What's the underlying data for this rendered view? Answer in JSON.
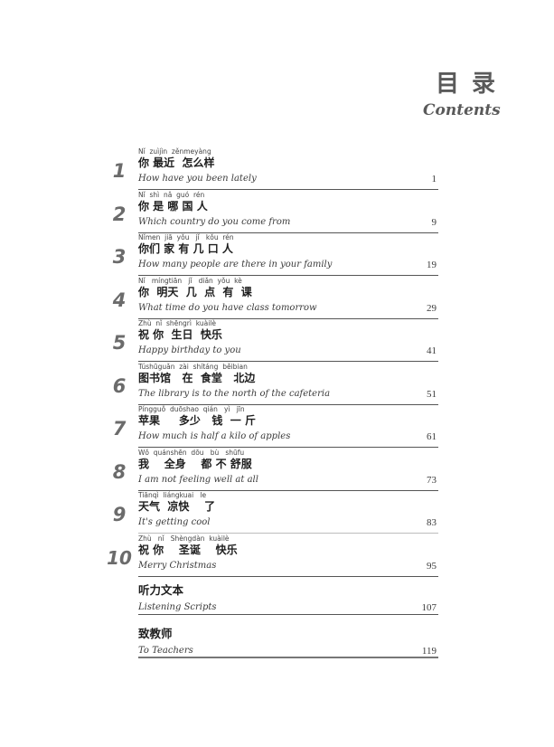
{
  "header": {
    "title_cn": "目录",
    "title_en": "Contents"
  },
  "lessons": [
    {
      "number": "1",
      "pinyin": "Nǐ  zuìjìn  zěnmeyàng",
      "chinese": "你 最近  怎么样",
      "english": "How have you been lately",
      "page": "1"
    },
    {
      "number": "2",
      "pinyin": "Nǐ  shì  nǎ  guó  rén",
      "chinese": "你 是 哪 国 人",
      "english": "Which country do you come from",
      "page": "9"
    },
    {
      "number": "3",
      "pinyin": "Nǐmen  jiā  yǒu   jǐ   kǒu  rén",
      "chinese": "你们 家 有 几 口 人",
      "english": "How many people are there in your family",
      "page": "19"
    },
    {
      "number": "4",
      "pinyin": "Nǐ   míngtiān   jǐ   diǎn  yǒu  kè",
      "chinese": "你  明天  几  点  有  课",
      "english": "What time do you have class tomorrow",
      "page": "29"
    },
    {
      "number": "5",
      "pinyin": "Zhù  nǐ  shēngrì  kuàilè",
      "chinese": "祝 你  生日  快乐",
      "english": "Happy birthday to you",
      "page": "41"
    },
    {
      "number": "6",
      "pinyin": "Túshūguǎn  zài  shítáng  běibian",
      "chinese": "图书馆   在  食堂   北边",
      "english": "The library is to the north of the cafeteria",
      "page": "51"
    },
    {
      "number": "7",
      "pinyin": "Píngguǒ  duōshao  qián   yì   jīn",
      "chinese": "苹果     多少   钱  一 斤",
      "english": "How much is half a kilo of apples",
      "page": "61"
    },
    {
      "number": "8",
      "pinyin": "Wǒ  quánshēn  dōu   bù   shūfu",
      "chinese": "我    全身    都 不 舒服",
      "english": "I am not feeling well at all",
      "page": "73"
    },
    {
      "number": "9",
      "pinyin": "Tiānqì  liángkuai   le",
      "chinese": "天气  凉快    了",
      "english": "It's getting cool",
      "page": "83"
    },
    {
      "number": "10",
      "pinyin": "Zhù   nǐ   Shèngdàn  kuàilè",
      "chinese": "祝 你    圣诞    快乐",
      "english": "Merry Christmas",
      "page": "95"
    }
  ],
  "extras": [
    {
      "chinese": "听力文本",
      "english": "Listening Scripts",
      "page": "107"
    },
    {
      "chinese": "致教师",
      "english": "To Teachers",
      "page": "119"
    }
  ],
  "colors": {
    "title": "#5a5a5a",
    "number": "#6b6b6b",
    "rule": "#555555",
    "text": "#1e1e1e"
  }
}
